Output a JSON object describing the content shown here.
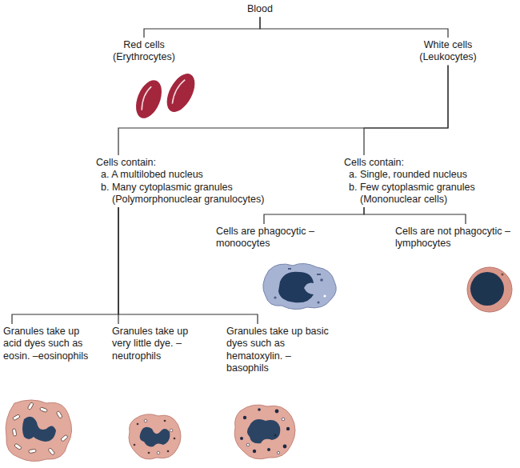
{
  "diagram": {
    "nodes": [
      {
        "text": [
          "Blood"
        ]
      },
      {
        "text": [
          "Red cells (Erythrocytes)"
        ]
      },
      {
        "text": [
          "White cells (Leukocytes)"
        ]
      },
      {
        "text": [
          "Cells contain:",
          "a. A multilobed nucleus",
          "b. Many cytoplasmic granules (Polymorphonuclear granulocytes)"
        ]
      },
      {
        "text": [
          "Cells contain:",
          "a. Single, rounded nucleus",
          "b. Few cytoplasmic granules (Mononuclear cells)"
        ]
      },
      {
        "text": [
          "Cells are phagocytic –monoocytes"
        ]
      },
      {
        "text": [
          "Cells are not phagocytic –lymphocytes"
        ]
      },
      {
        "text": [
          "Granules take up acid dyes such as eosin. –eosinophils"
        ]
      },
      {
        "text": [
          "Granules take up very little dye. –neutrophils"
        ]
      },
      {
        "text": [
          "Granules take up basic dyes such as hematoxylin. –basophils"
        ]
      }
    ],
    "edges": [
      {
        "from": 0,
        "to": 1,
        "arrow": "none"
      },
      {
        "from": 0,
        "to": 2,
        "arrow": "none"
      },
      {
        "from": 2,
        "to": 3,
        "arrow": "none"
      },
      {
        "from": 2,
        "to": 4,
        "arrow": "none"
      },
      {
        "from": 4,
        "to": 5,
        "arrow": "none"
      },
      {
        "from": 4,
        "to": 6,
        "arrow": "none"
      },
      {
        "from": 3,
        "to": 7,
        "arrow": "none"
      },
      {
        "from": 3,
        "to": 8,
        "arrow": "none"
      },
      {
        "from": 3,
        "to": 9,
        "arrow": "none"
      }
    ]
  }
}
